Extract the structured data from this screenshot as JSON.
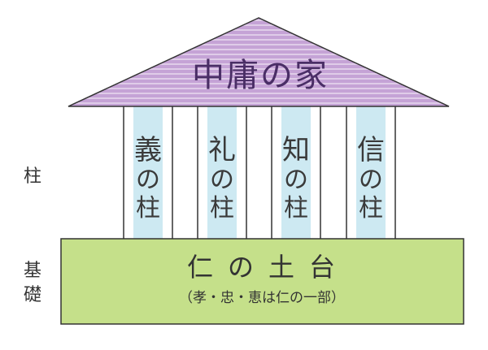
{
  "roof": {
    "title": "中庸の家",
    "color": "#c5a3d6",
    "stripe_color": "#ffffff"
  },
  "pillars": [
    {
      "char": "義",
      "suffix_1": "の",
      "suffix_2": "柱"
    },
    {
      "char": "礼",
      "suffix_1": "の",
      "suffix_2": "柱"
    },
    {
      "char": "知",
      "suffix_1": "の",
      "suffix_2": "柱"
    },
    {
      "char": "信",
      "suffix_1": "の",
      "suffix_2": "柱"
    }
  ],
  "pillar_colors": {
    "fill": "#ffffff",
    "shade": "#cde9f2",
    "outline": "#333333"
  },
  "foundation": {
    "title": "仁の土台",
    "subtitle": "（孝・忠・恵は仁の一部）",
    "color": "#c5e08a"
  },
  "side_labels": {
    "pillar": "柱",
    "base_line1": "基",
    "base_line2": "礎"
  }
}
